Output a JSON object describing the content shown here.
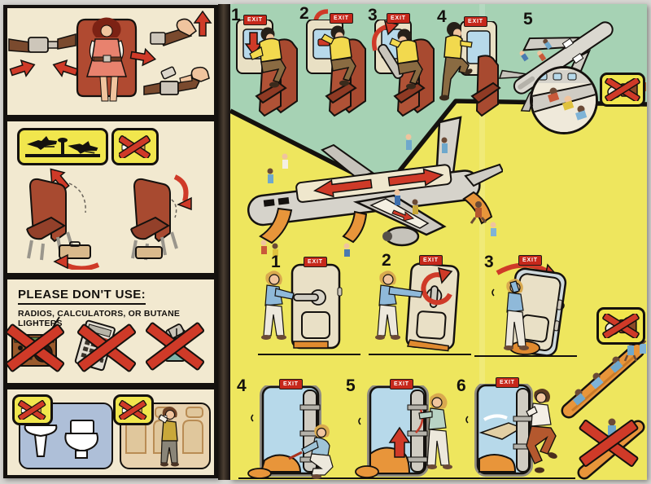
{
  "colors": {
    "page_cream": "#f2e9d0",
    "panel_frame_black": "#14110e",
    "cabin_green": "#a6d2b4",
    "evac_yellow": "#eee65e",
    "warning_red": "#cf3a28",
    "seat_brick": "#a84a30",
    "slide_orange": "#e8953a",
    "exit_sign_red": "#c6281b",
    "sky_blue": "#b7d9ea",
    "badge_yellow": "#f1e64d"
  },
  "left_page": {
    "seatbelt_panel": {
      "icons": [
        "seatbelt-buckle-insert-arrows",
        "passenger-fastening-lap-belt",
        "hand-tightening-strap",
        "hand-releasing-buckle"
      ]
    },
    "seat_prep_panel": {
      "takeoff_landing_badge": "takeoff-landing-planes",
      "no_smoking_badge": "no-smoking-cigarette",
      "icons": [
        "seat-back-upright-arrow",
        "stow-bag-under-seat",
        "tray-table-up-arrow"
      ]
    },
    "dont_use_panel": {
      "title": "PLEASE DON'T USE:",
      "items_line": "RADIOS, CALCULATORS, OR BUTANE LIGHTERS",
      "prohibited_icons": [
        "radio",
        "calculator",
        "butane-lighter"
      ]
    },
    "no_smoking_panel": {
      "scenes": [
        {
          "name": "lavatory",
          "badge": "no-smoking-cigarette"
        },
        {
          "name": "cabin-aisle-standing",
          "badge": "no-smoking-cigarette"
        }
      ]
    }
  },
  "right_page": {
    "exit_sign_label": "EXIT",
    "overwing_exit_steps": [
      {
        "num": "1",
        "icon": "pull-window-handle-down"
      },
      {
        "num": "2",
        "icon": "remove-hatch-inward"
      },
      {
        "num": "3",
        "icon": "lift-hatch-inside"
      },
      {
        "num": "4",
        "icon": "climb-through-window-exit"
      },
      {
        "num": "5",
        "icon": "walk-out-on-wings-overview"
      }
    ],
    "no_luggage_badges": [
      "crossed-suitcase-overwing",
      "crossed-suitcase-doors"
    ],
    "evacuation_overview_icon": "cutaway-airplane-exit-paths",
    "door_exit_steps": [
      {
        "num": "1",
        "icon": "grasp-door-handle"
      },
      {
        "num": "2",
        "icon": "rotate-door-handle"
      },
      {
        "num": "3",
        "icon": "swing-door-open"
      },
      {
        "num": "4",
        "icon": "position-slide-pack"
      },
      {
        "num": "5",
        "icon": "pull-inflation-handle"
      },
      {
        "num": "6",
        "icon": "jump-onto-slide"
      }
    ],
    "slide_usage": {
      "correct_icon": "sit-and-slide-down",
      "incorrect_icon": "no-standing-on-slide-crossed"
    }
  }
}
